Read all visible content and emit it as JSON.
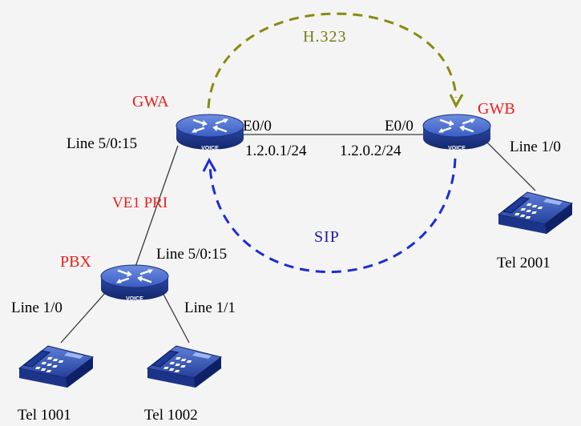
{
  "devices": {
    "gwa": {
      "name": "GWA",
      "badge": "VOICE",
      "line": "Line 5/0:15",
      "port": "E0/0",
      "ip": "1.2.0.1/24"
    },
    "gwb": {
      "name": "GWB",
      "badge": "VOICE",
      "line": "Line 1/0",
      "port": "E0/0",
      "ip": "1.2.0.2/24"
    },
    "pbx": {
      "name": "PBX",
      "badge": "VOICE",
      "line_up": "Line 5/0:15",
      "line_left": "Line 1/0",
      "line_right": "Line 1/1"
    }
  },
  "links": {
    "trunk": "VE1 PRI"
  },
  "protocols": {
    "h323": "H.323",
    "sip": "SIP"
  },
  "phones": {
    "tel2001": "Tel 2001",
    "tel1001": "Tel 1001",
    "tel1002": "Tel 1002"
  },
  "colors": {
    "device_label": "#e8201c",
    "h323_arc": "#8a8a10",
    "sip_arc": "#1c2cd8",
    "router_body": "#2a4fb0",
    "background": "#f4f4f4"
  },
  "icons": {
    "router": "router-icon",
    "phone": "telephone-icon"
  }
}
